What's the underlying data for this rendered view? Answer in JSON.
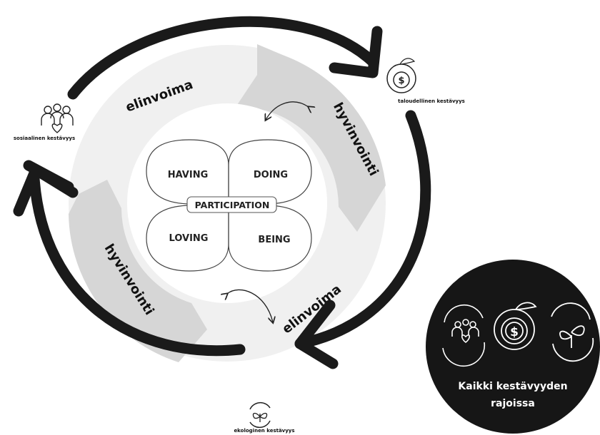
{
  "diagram": {
    "band_labels": {
      "top_left": "elinvoima",
      "right": "hyvinvointi",
      "left": "hyvinvointi",
      "bottom_right": "elinvoima"
    },
    "center": {
      "petals": [
        "HAVING",
        "DOING",
        "LOVING",
        "BEING"
      ],
      "participation": "PARTICIPATION"
    },
    "nodes": {
      "social": "sosiaalinen kestävyys",
      "economic": "taloudellinen kestävyys",
      "ecological": "ekologinen kestävyys"
    },
    "badge": {
      "line1": "Kaikki kestävyyden",
      "line2": "rajoissa"
    },
    "colors": {
      "arrow": "#1a1a1a",
      "band_light": "#eeeeee",
      "band_mid": "#d6d6d6",
      "badge_bg": "#161616"
    },
    "icons": [
      "people-heart-icon",
      "coin-fruit-icon",
      "recycle-leaf-icon"
    ]
  }
}
